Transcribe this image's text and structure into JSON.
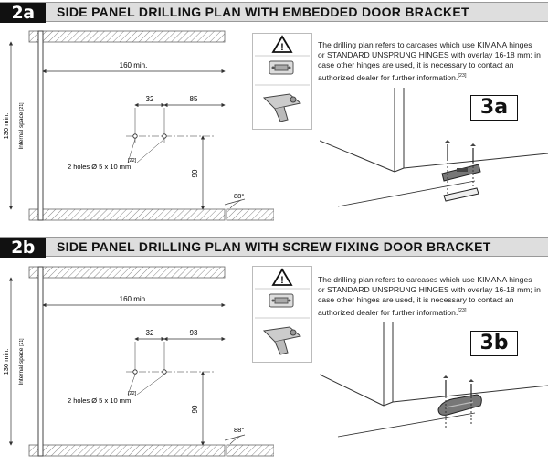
{
  "sections": [
    {
      "badge": "2a",
      "title": "SIDE PANEL DRILLING PLAN WITH EMBEDDED DOOR BRACKET",
      "dim_width": "160 min.",
      "dim_a": "32",
      "dim_b": "85",
      "dim_height": "90",
      "dim_side": "130 min.",
      "internal_space": "Internal space",
      "internal_ref": "[21]",
      "holes": "2 holes Ø 5 x 10 mm",
      "holes_ref": "[22]",
      "angle": "88°",
      "desc": "The drilling plan refers to carcases which use KIMANA hinges or STANDARD UNSPRUNG HINGES with overlay 16-18 mm; in case other hinges are used, it is necessary to contact an authorized dealer for further information.",
      "desc_ref": "[23]",
      "label": "3a",
      "warning_icon": "warning-triangle-icon"
    },
    {
      "badge": "2b",
      "title": "SIDE PANEL DRILLING PLAN WITH SCREW FIXING DOOR BRACKET",
      "dim_width": "160 min.",
      "dim_a": "32",
      "dim_b": "93",
      "dim_height": "90",
      "dim_side": "130 min.",
      "internal_space": "Internal space",
      "internal_ref": "[21]",
      "holes": "2 holes Ø 5 x 10 mm",
      "holes_ref": "[22]",
      "angle": "88°",
      "desc": "The drilling plan refers to carcases which use KIMANA hinges or STANDARD UNSPRUNG HINGES with overlay 16-18 mm; in case other hinges are used, it is necessary to contact an authorized dealer for further information.",
      "desc_ref": "[23]",
      "label": "3b",
      "warning_icon": "warning-triangle-icon"
    }
  ]
}
